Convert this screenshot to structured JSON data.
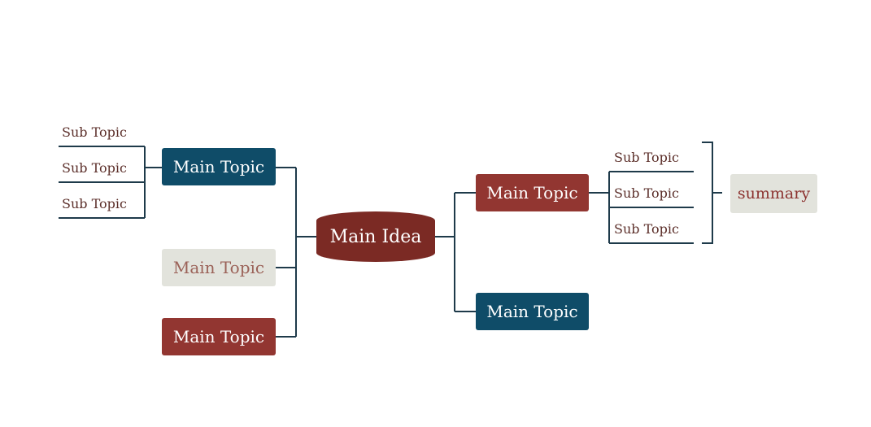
{
  "colors": {
    "line": "#1e3a4a",
    "blue": "#0f4c68",
    "red": "#923631",
    "light": "#e2e3dc",
    "central": "#7b2a24"
  },
  "central": {
    "label": "Main Idea"
  },
  "left": {
    "topics": [
      {
        "label": "Main Topic",
        "style": "blue"
      },
      {
        "label": "Main Topic",
        "style": "light"
      },
      {
        "label": "Main Topic",
        "style": "red"
      }
    ],
    "subtopics": [
      "Sub Topic",
      "Sub Topic",
      "Sub Topic"
    ]
  },
  "right": {
    "topics": [
      {
        "label": "Main Topic",
        "style": "red"
      },
      {
        "label": "Main Topic",
        "style": "blue"
      }
    ],
    "subtopics": [
      "Sub Topic",
      "Sub Topic",
      "Sub Topic"
    ],
    "summary": "summary"
  }
}
